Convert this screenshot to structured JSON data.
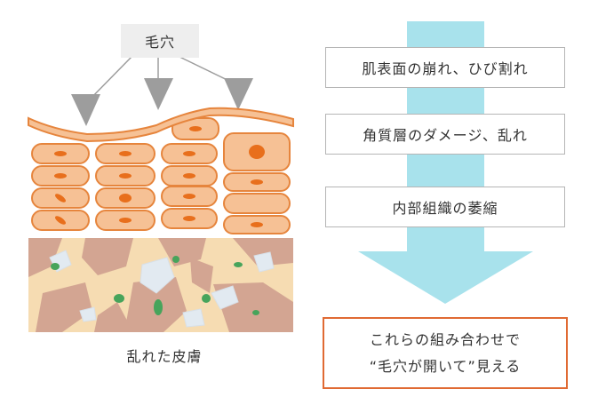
{
  "skin_diagram": {
    "pore_label": "毛穴",
    "caption": "乱れた皮膚"
  },
  "flow": {
    "steps": [
      "肌表面の崩れ、ひび割れ",
      "角質層のダメージ、乱れ",
      "内部組織の萎縮"
    ],
    "result_lines": [
      "これらの組み合わせで",
      "“毛穴が開いて”見える"
    ]
  },
  "colors": {
    "cell_fill": "#f6c195",
    "cell_border": "#e6853d",
    "nucleus": "#e86f1c",
    "dermis_light": "#f6dcb2",
    "dermis_dark": "#d3a592",
    "flow_arrow": "#a8e2ec",
    "result_border": "#e06a33",
    "arrow_gray": "#9d9d9d"
  }
}
